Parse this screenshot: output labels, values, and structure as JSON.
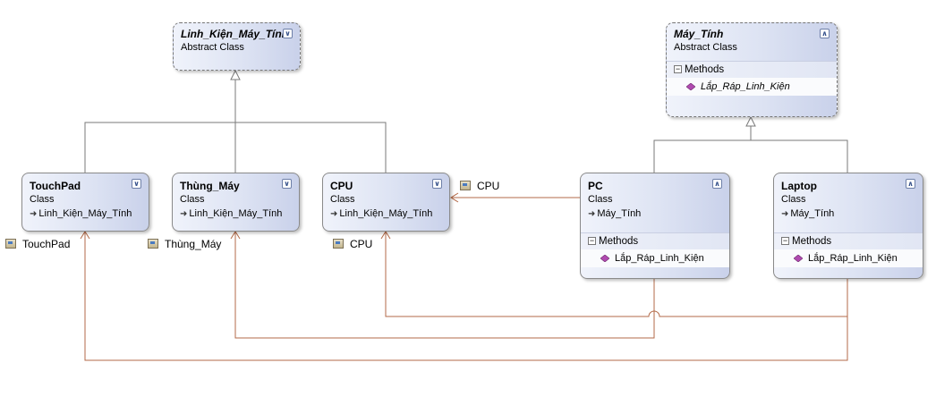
{
  "classes": {
    "linh_kien": {
      "name": "Linh_Kiện_Máy_Tính",
      "stereotype": "Abstract Class",
      "toggle_icon": "chevron-down-icon"
    },
    "may_tinh": {
      "name": "Máy_Tính",
      "stereotype": "Abstract Class",
      "toggle_icon": "chevron-up-icon",
      "section": "Methods",
      "method": "Lắp_Ráp_Linh_Kiện"
    },
    "touchpad": {
      "name": "TouchPad",
      "stereotype": "Class",
      "parent": "Linh_Kiện_Máy_Tính",
      "toggle_icon": "chevron-down-icon"
    },
    "thung_may": {
      "name": "Thùng_Máy",
      "stereotype": "Class",
      "parent": "Linh_Kiện_Máy_Tính",
      "toggle_icon": "chevron-down-icon"
    },
    "cpu": {
      "name": "CPU",
      "stereotype": "Class",
      "parent": "Linh_Kiện_Máy_Tính",
      "toggle_icon": "chevron-down-icon"
    },
    "pc": {
      "name": "PC",
      "stereotype": "Class",
      "parent": "Máy_Tính",
      "toggle_icon": "chevron-up-icon",
      "section": "Methods",
      "method": "Lắp_Ráp_Linh_Kiện"
    },
    "laptop": {
      "name": "Laptop",
      "stereotype": "Class",
      "parent": "Máy_Tính",
      "toggle_icon": "chevron-up-icon",
      "section": "Methods",
      "method": "Lắp_Ráp_Linh_Kiện"
    }
  },
  "associations": {
    "cpu_label": "CPU",
    "touchpad_label": "TouchPad",
    "thung_may_label": "Thùng_Máy",
    "cpu2_label": "CPU"
  },
  "colors": {
    "inheritance_line": "#7a7a7a",
    "association_line": "#b36a48"
  }
}
